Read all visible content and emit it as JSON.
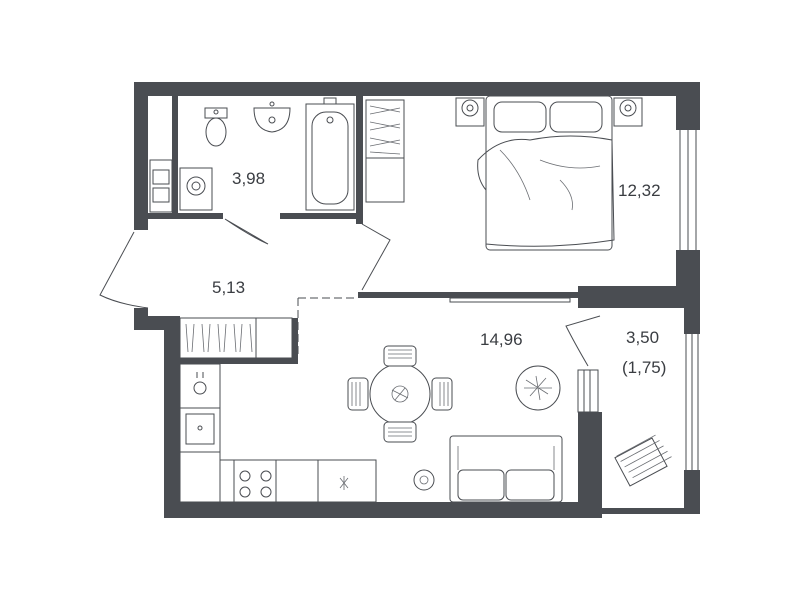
{
  "rooms": {
    "bathroom": {
      "area": "3,98"
    },
    "bedroom": {
      "area": "12,32"
    },
    "hallway": {
      "area": "5,13"
    },
    "kitchen_living": {
      "area": "14,96"
    },
    "balcony": {
      "area": "3,50",
      "reduced_area": "(1,75)"
    }
  },
  "colors": {
    "wall": "#4a4d52",
    "line": "#4a4d52",
    "background": "#ffffff"
  }
}
